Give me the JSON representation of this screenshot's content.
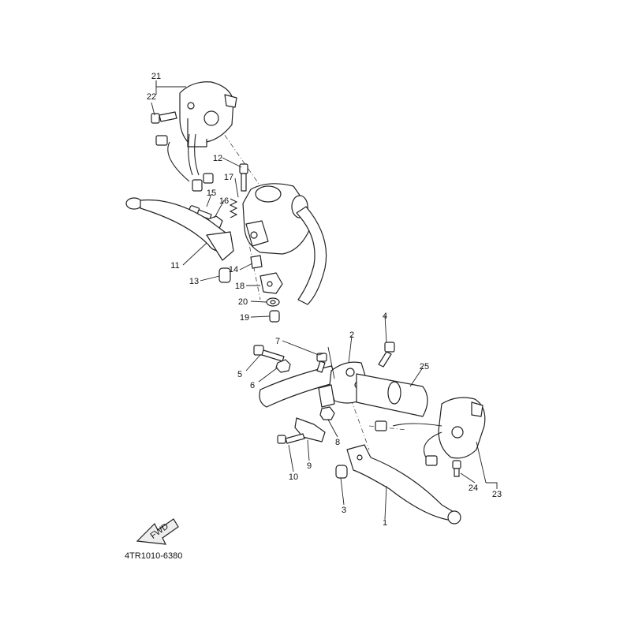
{
  "diagram_code": "4TR1010-6380",
  "fwd_label": "FWD",
  "callouts": {
    "p1": "1",
    "p2": "2",
    "p3": "3",
    "p4": "4",
    "p5": "5",
    "p6": "6",
    "p7": "7",
    "p8": "8",
    "p9": "9",
    "p10": "10",
    "p11": "11",
    "p12": "12",
    "p13": "13",
    "p14": "14",
    "p15": "15",
    "p16": "16",
    "p17": "17",
    "p18": "18",
    "p19": "19",
    "p20": "20",
    "p21": "21",
    "p22": "22",
    "p23": "23",
    "p24": "24",
    "p25": "25"
  }
}
